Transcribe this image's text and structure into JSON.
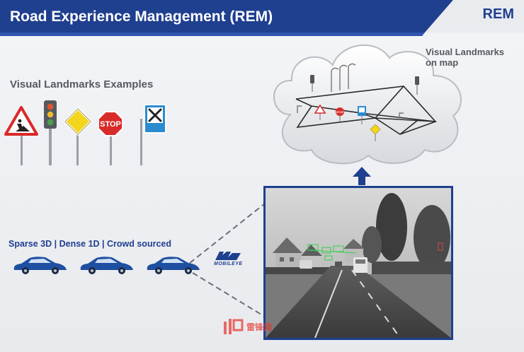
{
  "header": {
    "title": "Road Experience Management (REM)",
    "badge": "REM",
    "colors": {
      "bar": "#1f3f8f",
      "accent": "#2f56b0"
    }
  },
  "landmarks": {
    "title": "Visual Landmarks Examples",
    "stop_sign_text": "STOP",
    "icons": [
      "road-works-sign-icon",
      "traffic-light-icon",
      "priority-road-sign-icon",
      "stop-sign-icon",
      "service-station-sign-icon"
    ]
  },
  "cloud": {
    "label_line1": "Visual Landmarks",
    "label_line2": "on map",
    "stop_text": "STOP"
  },
  "features": {
    "text": "Sparse 3D | Dense 1D | Crowd sourced"
  },
  "vehicles": {
    "count": 3,
    "icon": "car-icon"
  },
  "brand": {
    "name": "MOBILEYE"
  },
  "watermark": {
    "text": "雷锋网"
  }
}
